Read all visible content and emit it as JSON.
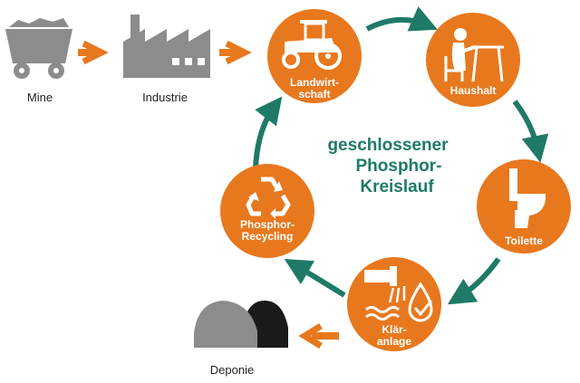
{
  "colors": {
    "orange": "#e8781e",
    "teal": "#1e7a66",
    "gray": "#8c8c8c",
    "dark": "#1a1a1a",
    "white": "#ffffff"
  },
  "center": {
    "line1": "geschlossener",
    "line2": "Phosphor-",
    "line3": "Kreislauf"
  },
  "linear": {
    "mine": {
      "label": "Mine",
      "icon": "mine-cart-icon"
    },
    "industry": {
      "label": "Industrie",
      "icon": "factory-icon"
    },
    "landfill": {
      "label": "Deponie",
      "icon": "landfill-mounds-icon"
    }
  },
  "cycle": {
    "agriculture": {
      "line1": "Landwirt-",
      "line2": "schaft",
      "icon": "tractor-icon"
    },
    "household": {
      "line1": "Haushalt",
      "icon": "person-at-table-icon"
    },
    "toilet": {
      "line1": "Toilette",
      "icon": "toilet-icon"
    },
    "treatment": {
      "line1": "Klär-",
      "line2": "anlage",
      "icon": "wastewater-plant-icon"
    },
    "recycling": {
      "line1": "Phosphor-",
      "line2": "Recycling",
      "icon": "recycling-icon"
    }
  }
}
